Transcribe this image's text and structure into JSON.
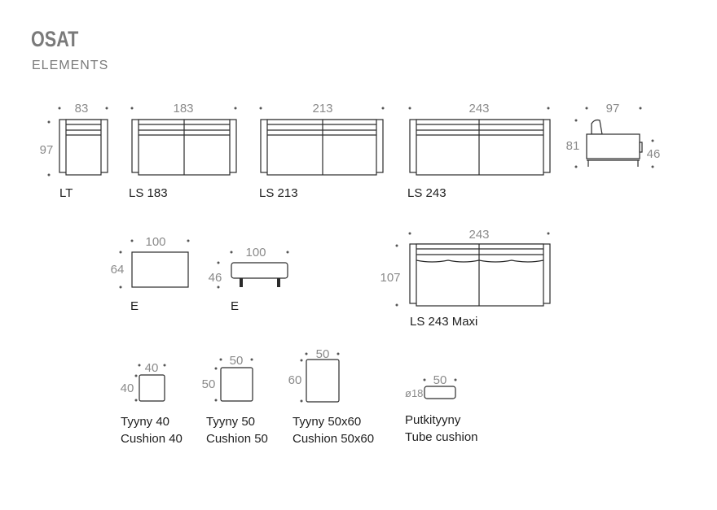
{
  "header": {
    "title": "OSAT",
    "subtitle": "ELEMENTS"
  },
  "elements": {
    "lt": {
      "label": "LT",
      "width": "83",
      "depth": "97"
    },
    "ls183": {
      "label": "LS 183",
      "width": "183"
    },
    "ls213": {
      "label": "LS 213",
      "width": "213"
    },
    "ls243": {
      "label": "LS 243",
      "width": "243"
    },
    "side": {
      "depth": "97",
      "height": "81",
      "seat_height": "46"
    },
    "e_top": {
      "label": "E",
      "width": "100",
      "depth": "64"
    },
    "e_side": {
      "label": "E",
      "width": "100",
      "height": "46"
    },
    "maxi": {
      "label": "LS 243 Maxi",
      "width": "243",
      "depth": "107"
    }
  },
  "cushions": [
    {
      "label_fi": "Tyyny 40",
      "label_en": "Cushion 40",
      "width": "40",
      "height": "40"
    },
    {
      "label_fi": "Tyyny 50",
      "label_en": "Cushion 50",
      "width": "50",
      "height": "50"
    },
    {
      "label_fi": "Tyyny 50x60",
      "label_en": "Cushion 50x60",
      "width": "50",
      "height": "60"
    },
    {
      "label_fi": "Putkityyny",
      "label_en": "Tube cushion",
      "width": "50",
      "diameter": "ø18"
    }
  ]
}
